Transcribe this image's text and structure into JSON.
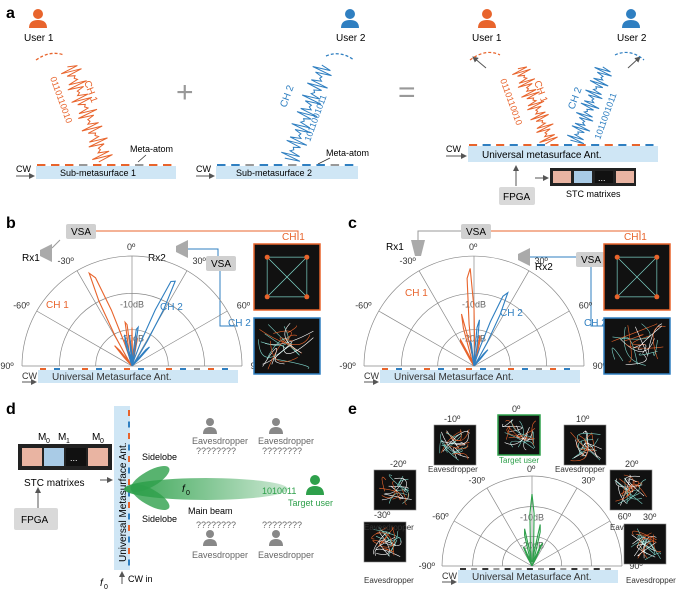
{
  "colors": {
    "orange": "#e8642c",
    "blue": "#2f7fc1",
    "green": "#2ea04b",
    "lightblue": "#cfe6f5",
    "gray": "#9a9a9a",
    "panel": "#111111"
  },
  "panel_labels": [
    "a",
    "b",
    "c",
    "d",
    "e"
  ],
  "a": {
    "user1": "User 1",
    "user2": "User 2",
    "plus": "+",
    "equals": "=",
    "ch1": "CH 1",
    "ch2": "CH 2",
    "bits1": "0110110010",
    "bits2": "1011001011",
    "meta_atom": "Meta-atom",
    "cw": "CW",
    "sub1": "Sub-metasurface 1",
    "sub2": "Sub-metasurface 2",
    "universal": "Universal metasurface Ant.",
    "stc": "STC matrixes",
    "fpga": "FPGA",
    "ellipsis": "..."
  },
  "b": {
    "vsa": "VSA",
    "rx1": "Rx1",
    "rx2": "Rx2",
    "ch1": "CH 1",
    "ch2": "CH 2",
    "angles": [
      "-90º",
      "-60º",
      "-30º",
      "0º",
      "30º",
      "60º",
      "90º"
    ],
    "db10": "-10dB",
    "db20": "-20dB",
    "cw": "CW",
    "ant": "Universal Metasurface Ant."
  },
  "c": {
    "vsa": "VSA",
    "rx1": "Rx1",
    "rx2": "Rx2",
    "ch1": "CH 1",
    "ch2": "CH 2",
    "angles": [
      "-90º",
      "-60º",
      "-30º",
      "0º",
      "30º",
      "60º",
      "90º"
    ],
    "db10": "-10dB",
    "db20": "-20dB",
    "cw": "CW",
    "ant": "Universal Metasurface Ant."
  },
  "d": {
    "m0": "M",
    "m0sub": "0",
    "m1": "M",
    "m1sub": "1",
    "mn": "M",
    "mnsub": "0",
    "ellipsis": "...",
    "stc": "STC matrixes",
    "fpga": "FPGA",
    "ant": "Universal Metasurface Ant.",
    "sidelobe1": "Sidelobe",
    "sidelobe2": "Sidelobe",
    "f0": "f",
    "f0sub": "0",
    "mainbeam": "Main beam",
    "bits": "1010011",
    "target": "Target user",
    "eaves": "Eavesdropper",
    "qs": "????????",
    "cwin": "CW in",
    "fin": "f",
    "finsub": "0"
  },
  "e": {
    "labels": [
      "-30º",
      "-20º",
      "-10º",
      "0º",
      "10º",
      "20º",
      "30º"
    ],
    "eaves": "Eavesdropper",
    "target": "Target user",
    "polar_angles": [
      "-90º",
      "-60º",
      "-30º",
      "0º",
      "30º",
      "60º",
      "90º"
    ],
    "db10": "-10dB",
    "db20": "-20dB",
    "cw": "CW",
    "ant": "Universal Metasurface Ant."
  }
}
